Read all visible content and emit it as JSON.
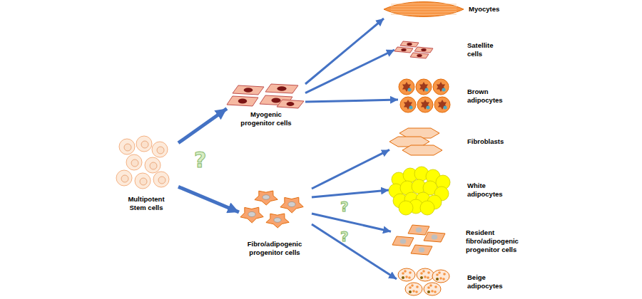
{
  "diagram": {
    "nodes": [
      {
        "text": [
          "Multipotent Stem cells"
        ]
      },
      {
        "text": [
          "Myogenic progenitor cells"
        ]
      },
      {
        "text": [
          "Fibro/adipogenic progenitor cells"
        ]
      },
      {
        "text": [
          "Myocytes"
        ]
      },
      {
        "text": [
          "Satellite cells"
        ]
      },
      {
        "text": [
          "Brown adipocytes"
        ]
      },
      {
        "text": [
          "Fibroblasts"
        ]
      },
      {
        "text": [
          "White adipocytes"
        ]
      },
      {
        "text": [
          "Resident fibro/adipogenic progenitor cells"
        ]
      },
      {
        "text": [
          "Beige adipocytes"
        ]
      }
    ],
    "edges": [
      {
        "from": 0,
        "to": 1,
        "arrow": "to"
      },
      {
        "from": 0,
        "to": 2,
        "arrow": "to"
      },
      {
        "from": 1,
        "to": 3,
        "arrow": "to"
      },
      {
        "from": 1,
        "to": 4,
        "arrow": "to"
      },
      {
        "from": 1,
        "to": 5,
        "arrow": "to"
      },
      {
        "from": 2,
        "to": 6,
        "arrow": "to"
      },
      {
        "from": 2,
        "to": 7,
        "arrow": "to"
      },
      {
        "from": 2,
        "to": 8,
        "arrow": "to"
      },
      {
        "from": 2,
        "to": 9,
        "arrow": "to"
      }
    ],
    "labels": [
      "?",
      "?",
      "?"
    ]
  }
}
